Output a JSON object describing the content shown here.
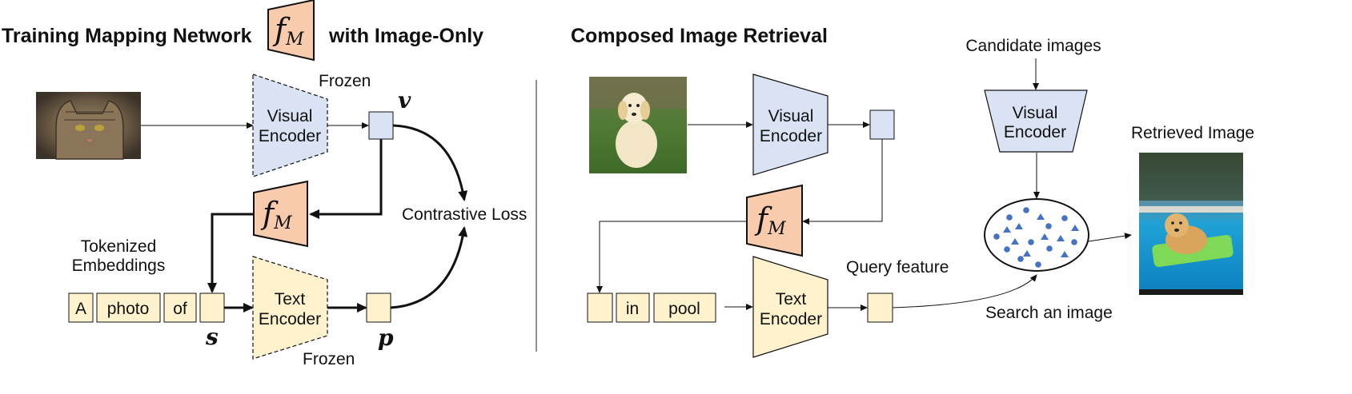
{
  "left": {
    "title_prefix": "Training Mapping Network",
    "title_suffix": "with Image-Only",
    "fm": {
      "base": "f",
      "sub": "M"
    },
    "visual_encoder": [
      "Visual",
      "Encoder"
    ],
    "text_encoder": [
      "Text",
      "Encoder"
    ],
    "frozen_top": "Frozen",
    "frozen_bottom": "Frozen",
    "v_label": "v",
    "s_label": "s",
    "p_label": "p",
    "contrastive_loss": "Contrastive Loss",
    "tokenized": [
      "Tokenized",
      "Embeddings"
    ],
    "tokens": [
      "A",
      "photo",
      "of"
    ]
  },
  "right": {
    "title": "Composed Image Retrieval",
    "visual_encoder": [
      "Visual",
      "Encoder"
    ],
    "text_encoder": [
      "Text",
      "Encoder"
    ],
    "candidate": "Candidate images",
    "candidate_encoder": [
      "Visual",
      "Encoder"
    ],
    "retrieved": "Retrieved Image",
    "query_feature": "Query feature",
    "search": "Search an image",
    "tokens": [
      "in",
      "pool"
    ]
  },
  "colors": {
    "visual_fill": "#dae3f3",
    "text_fill": "#fff2cc",
    "map_fill": "#f8cbad",
    "stroke": "#1f1f1f",
    "dot": "#4472c4"
  },
  "icons": [
    "cat-photo",
    "dog-photo",
    "dog-in-pool-photo"
  ]
}
